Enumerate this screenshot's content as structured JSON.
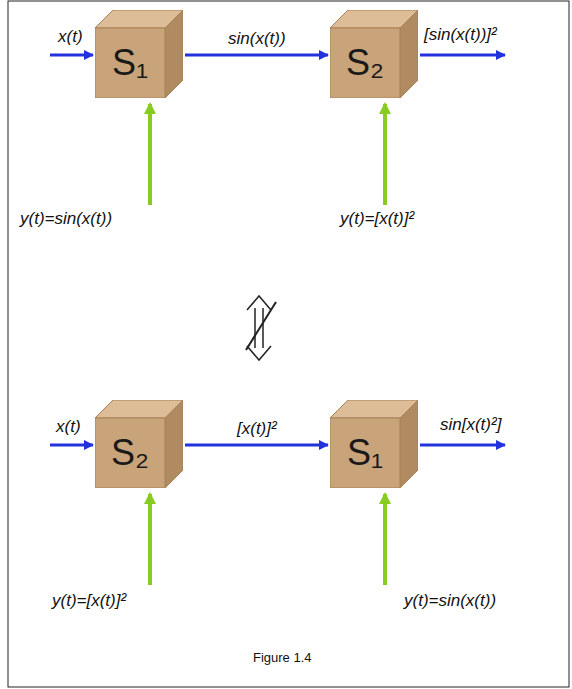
{
  "diagram": {
    "caption": "Figure 1.4",
    "nodes": [
      {
        "text": [
          "S₁"
        ]
      },
      {
        "text": [
          "S₂"
        ]
      },
      {
        "text": [
          "S₂"
        ]
      },
      {
        "text": [
          "S₁"
        ]
      }
    ],
    "edges": [
      {
        "from": 0,
        "to": 1,
        "arrow": "to",
        "label": "sin(x(t))"
      },
      {
        "from": 2,
        "to": 3,
        "arrow": "to",
        "label": "[x(t)]²"
      }
    ],
    "labels": [
      "x(t)",
      "[sin(x(t))]²",
      "y(t)=sin(x(t))",
      "y(t)=[x(t)]²",
      "x(t)",
      "sin[x(t)²]",
      "y(t)=[x(t)]²",
      "y(t)=sin(x(t))"
    ]
  }
}
